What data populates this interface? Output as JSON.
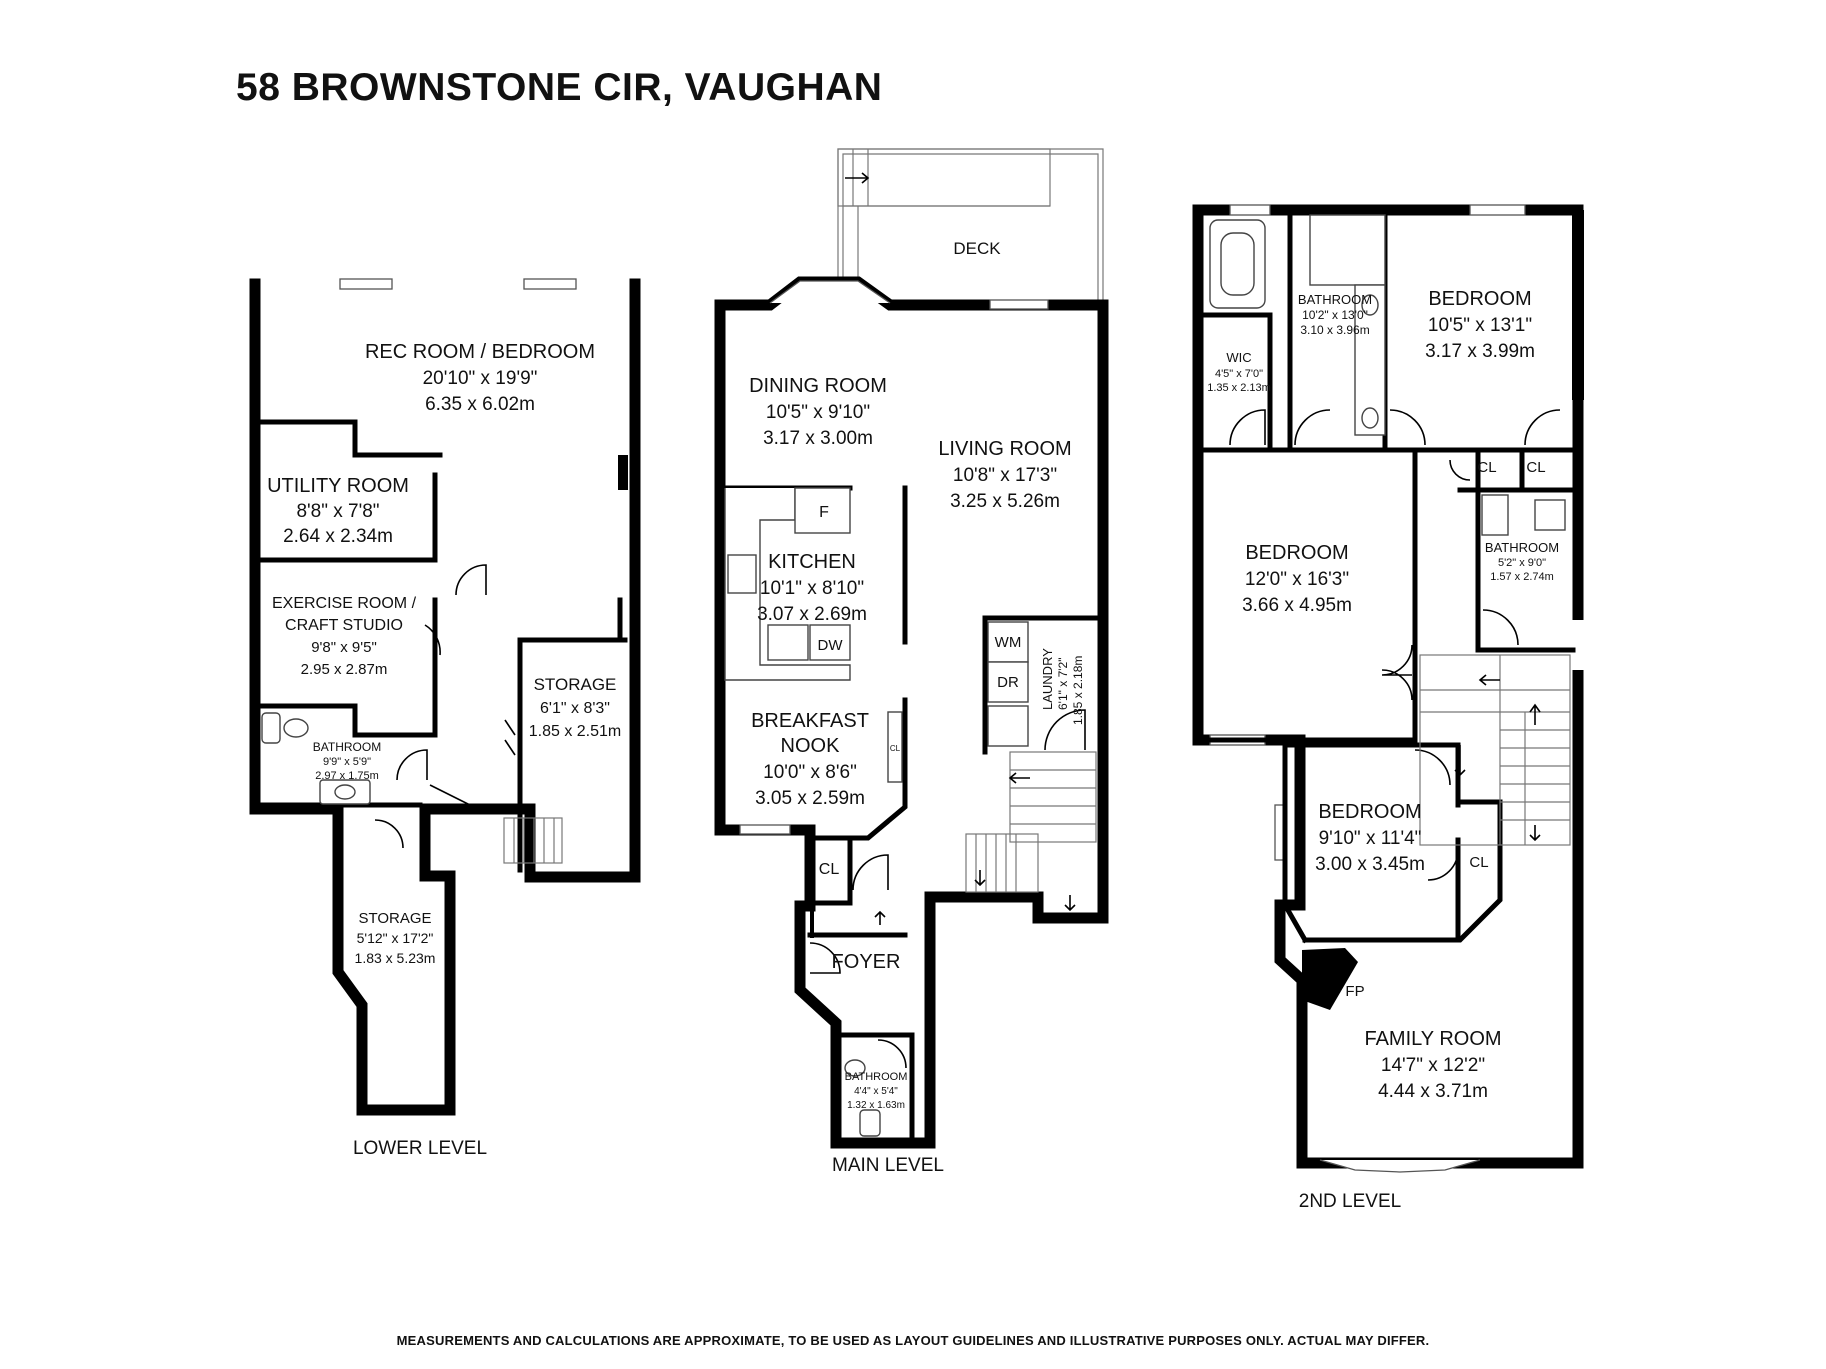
{
  "title": "58 BROWNSTONE CIR, VAUGHAN",
  "disclaimer": "MEASUREMENTS AND CALCULATIONS ARE APPROXIMATE, TO BE USED AS LAYOUT GUIDELINES AND ILLUSTRATIVE PURPOSES ONLY.  ACTUAL MAY DIFFER.",
  "levels": {
    "lower": {
      "label": "LOWER LEVEL",
      "rooms": {
        "rec_room": {
          "name": "REC ROOM / BEDROOM",
          "imperial": "20'10\" x 19'9\"",
          "metric": "6.35 x 6.02m"
        },
        "utility": {
          "name": "UTILITY ROOM",
          "imperial": "8'8\" x 7'8\"",
          "metric": "2.64 x 2.34m"
        },
        "exercise": {
          "name1": "EXERCISE ROOM /",
          "name2": "CRAFT STUDIO",
          "imperial": "9'8\" x 9'5\"",
          "metric": "2.95 x 2.87m"
        },
        "storage_a": {
          "name": "STORAGE",
          "imperial": "6'1\" x 8'3\"",
          "metric": "1.85 x 2.51m"
        },
        "bathroom": {
          "name": "BATHROOM",
          "imperial": "9'9\" x 5'9\"",
          "metric": "2.97 x 1.75m"
        },
        "storage_b": {
          "name": "STORAGE",
          "imperial": "5'12\" x 17'2\"",
          "metric": "1.83 x 5.23m"
        }
      }
    },
    "main": {
      "label": "MAIN LEVEL",
      "rooms": {
        "deck": {
          "name": "DECK"
        },
        "dining": {
          "name": "DINING ROOM",
          "imperial": "10'5\" x 9'10\"",
          "metric": "3.17 x 3.00m"
        },
        "living": {
          "name": "LIVING ROOM",
          "imperial": "10'8\" x 17'3\"",
          "metric": "3.25 x 5.26m"
        },
        "kitchen": {
          "name": "KITCHEN",
          "imperial": "10'1\" x 8'10\"",
          "metric": "3.07 x 2.69m"
        },
        "laundry": {
          "name": "LAUNDRY",
          "imperial": "6'1\" x 7'2\"",
          "metric": "1.85 x 2.18m"
        },
        "breakfast": {
          "name1": "BREAKFAST",
          "name2": "NOOK",
          "imperial": "10'0\" x 8'6\"",
          "metric": "3.05 x 2.59m"
        },
        "foyer": {
          "name": "FOYER"
        },
        "bathroom": {
          "name": "BATHROOM",
          "imperial": "4'4\" x 5'4\"",
          "metric": "1.32 x 1.63m"
        }
      },
      "fixtures": {
        "fridge": "F",
        "dishwasher": "DW",
        "washer": "WM",
        "dryer": "DR",
        "closet": "CL",
        "closet_small": "CL"
      }
    },
    "second": {
      "label": "2ND LEVEL",
      "rooms": {
        "bathroom_main": {
          "name": "BATHROOM",
          "imperial": "10'2\" x 13'0\"",
          "metric": "3.10 x 3.96m"
        },
        "bedroom_a": {
          "name": "BEDROOM",
          "imperial": "10'5\" x 13'1\"",
          "metric": "3.17 x 3.99m"
        },
        "wic": {
          "name": "WIC",
          "imperial": "4'5\" x 7'0\"",
          "metric": "1.35 x 2.13m"
        },
        "bedroom_b": {
          "name": "BEDROOM",
          "imperial": "12'0\" x 16'3\"",
          "metric": "3.66 x 4.95m"
        },
        "bathroom_small": {
          "name": "BATHROOM",
          "imperial": "5'2\" x 9'0\"",
          "metric": "1.57 x 2.74m"
        },
        "bedroom_c": {
          "name": "BEDROOM",
          "imperial": "9'10\" x 11'4\"",
          "metric": "3.00 x 3.45m"
        },
        "family": {
          "name": "FAMILY ROOM",
          "imperial": "14'7\" x 12'2\"",
          "metric": "4.44 x 3.71m"
        }
      },
      "fixtures": {
        "closet_1": "CL",
        "closet_2": "CL",
        "closet_3": "CL",
        "fireplace": "FP"
      }
    }
  }
}
